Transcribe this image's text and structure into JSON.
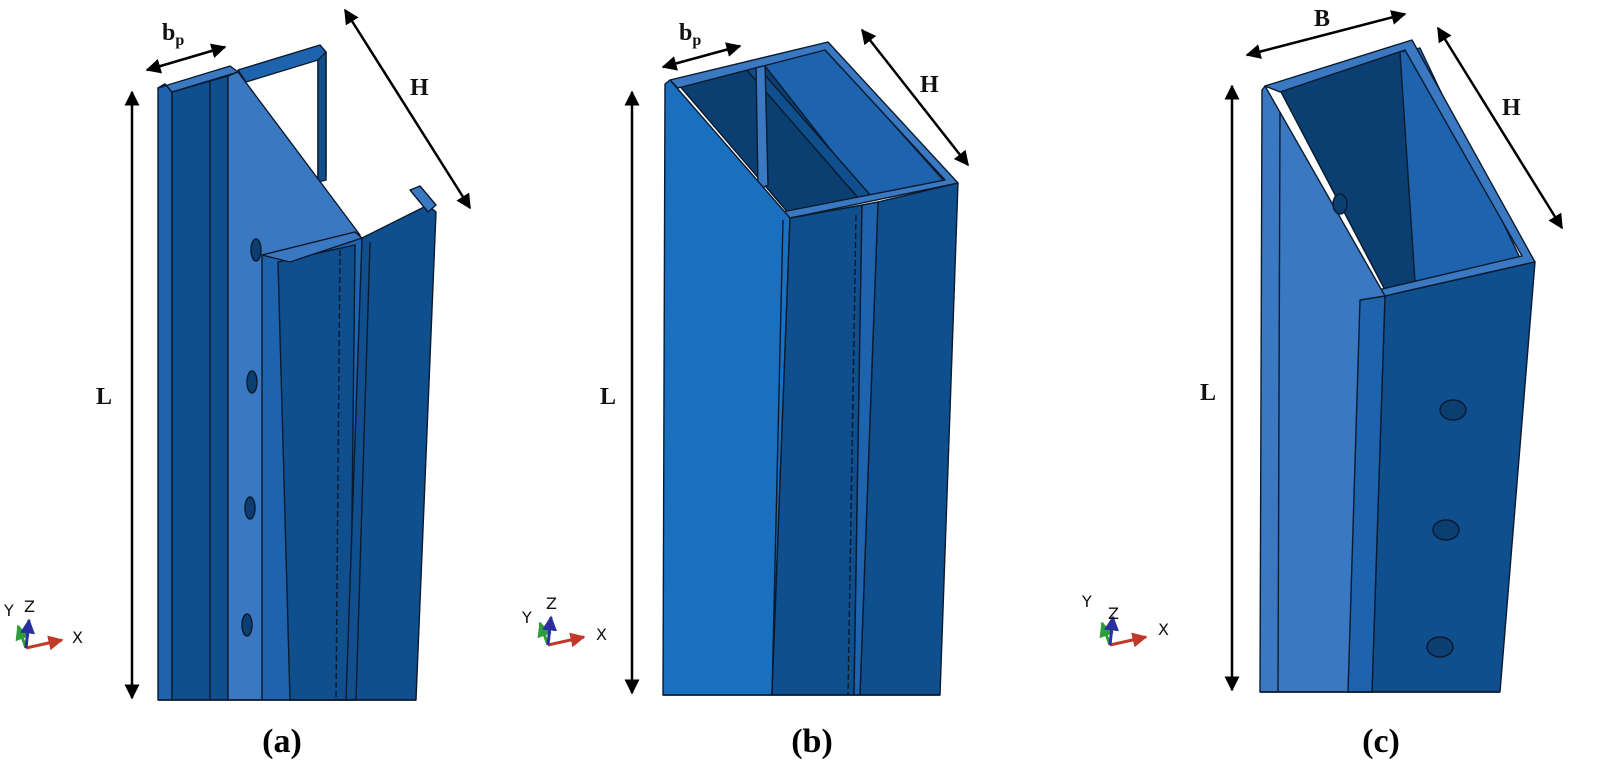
{
  "colors": {
    "light": "#3a78c2",
    "mid": "#1e63ad",
    "dark": "#0f4f8d",
    "darker": "#0b3f72",
    "edge": "#0a1a2e",
    "axis_x": "#c0392b",
    "axis_y": "#2e9e3a",
    "axis_z": "#2a2f9e"
  },
  "panels": [
    {
      "caption": "(a)",
      "labels": {
        "width": "b",
        "width_sub": "p",
        "height": "H",
        "length": "L"
      }
    },
    {
      "caption": "(b)",
      "labels": {
        "width": "b",
        "width_sub": "p",
        "height": "H",
        "length": "L"
      }
    },
    {
      "caption": "(c)",
      "labels": {
        "width": "B",
        "width_sub": "",
        "height": "H",
        "length": "L"
      }
    }
  ],
  "triad": {
    "x": "X",
    "y": "Y",
    "z": "Z"
  }
}
